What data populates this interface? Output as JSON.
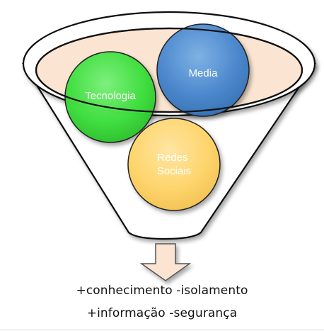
{
  "funnel": {
    "items": [
      {
        "id": "tecnologia",
        "lines": [
          "Tecnologia"
        ],
        "color": "#3ee03e"
      },
      {
        "id": "media",
        "lines": [
          "Media"
        ],
        "color": "#4a88cf"
      },
      {
        "id": "redes-sociais",
        "lines": [
          "Redes",
          "Sociais"
        ],
        "color": "#ffd56b"
      }
    ],
    "rim_fill": "#fbe5d2",
    "stroke": "#111111"
  },
  "outcomes": [
    "+conhecimento -isolamento",
    "+informação -segurança"
  ]
}
